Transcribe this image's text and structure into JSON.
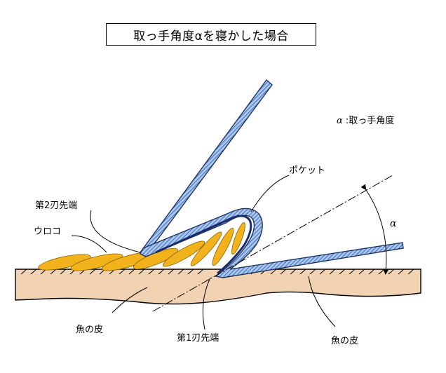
{
  "title": "取っ手角度αを寝かした場合",
  "legend": {
    "symbol": "α",
    "text": ":取っ手角度"
  },
  "labels": {
    "pocket": "ポケット",
    "second_blade_tip": "第2刃先端",
    "scales": "ウロコ",
    "fish_skin_left": "魚の皮",
    "first_blade_tip": "第1刃先端",
    "fish_skin_right": "魚の皮",
    "alpha": "α"
  },
  "colors": {
    "blade_fill": "#8fb4e6",
    "blade_stroke": "#1d3560",
    "pocket_inner": "#1a2c6b",
    "scale_fill": "#f2b21c",
    "skin_fill": "#f1d3b3",
    "outline": "#000000"
  }
}
